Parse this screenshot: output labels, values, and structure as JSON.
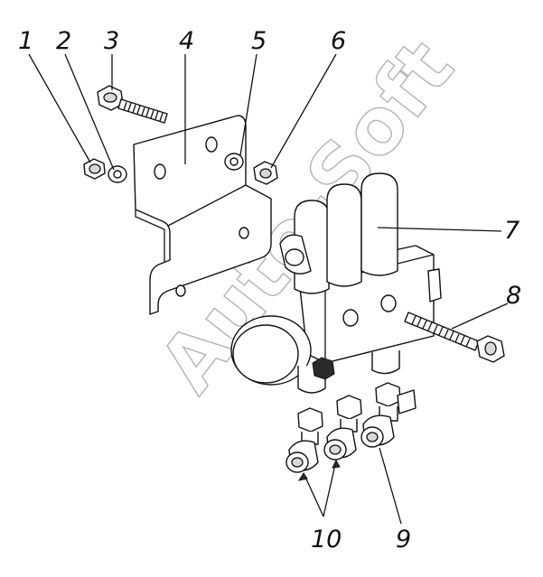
{
  "callouts": [
    {
      "id": "1",
      "label": "1"
    },
    {
      "id": "2",
      "label": "2"
    },
    {
      "id": "3",
      "label": "3"
    },
    {
      "id": "4",
      "label": "4"
    },
    {
      "id": "5",
      "label": "5"
    },
    {
      "id": "6",
      "label": "6"
    },
    {
      "id": "7",
      "label": "7"
    },
    {
      "id": "8",
      "label": "8"
    },
    {
      "id": "9",
      "label": "9"
    },
    {
      "id": "10",
      "label": "10"
    }
  ],
  "watermark": "Auto-Soft"
}
